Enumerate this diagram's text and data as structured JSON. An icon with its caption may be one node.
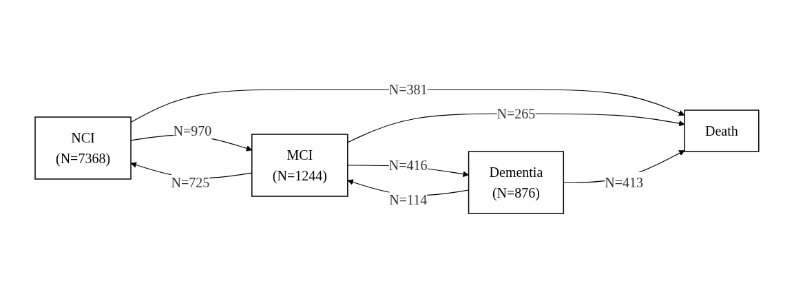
{
  "diagram": {
    "nodes": [
      {
        "text": [
          "NCI",
          "(N=7368)"
        ]
      },
      {
        "text": [
          "MCI",
          "(N=1244)"
        ]
      },
      {
        "text": [
          "Dementia",
          "(N=876)"
        ]
      },
      {
        "text": [
          "Death"
        ]
      }
    ],
    "edges": [
      {
        "from": 0,
        "to": 1,
        "arrow": "to",
        "label": "N=970"
      },
      {
        "from": 1,
        "to": 0,
        "arrow": "to",
        "label": "N=725"
      },
      {
        "from": 1,
        "to": 2,
        "arrow": "to",
        "label": "N=416"
      },
      {
        "from": 2,
        "to": 1,
        "arrow": "to",
        "label": "N=114"
      },
      {
        "from": 0,
        "to": 3,
        "arrow": "to",
        "label": "N=381"
      },
      {
        "from": 1,
        "to": 3,
        "arrow": "to",
        "label": "N=265"
      },
      {
        "from": 2,
        "to": 3,
        "arrow": "to",
        "label": "N=413"
      }
    ]
  }
}
